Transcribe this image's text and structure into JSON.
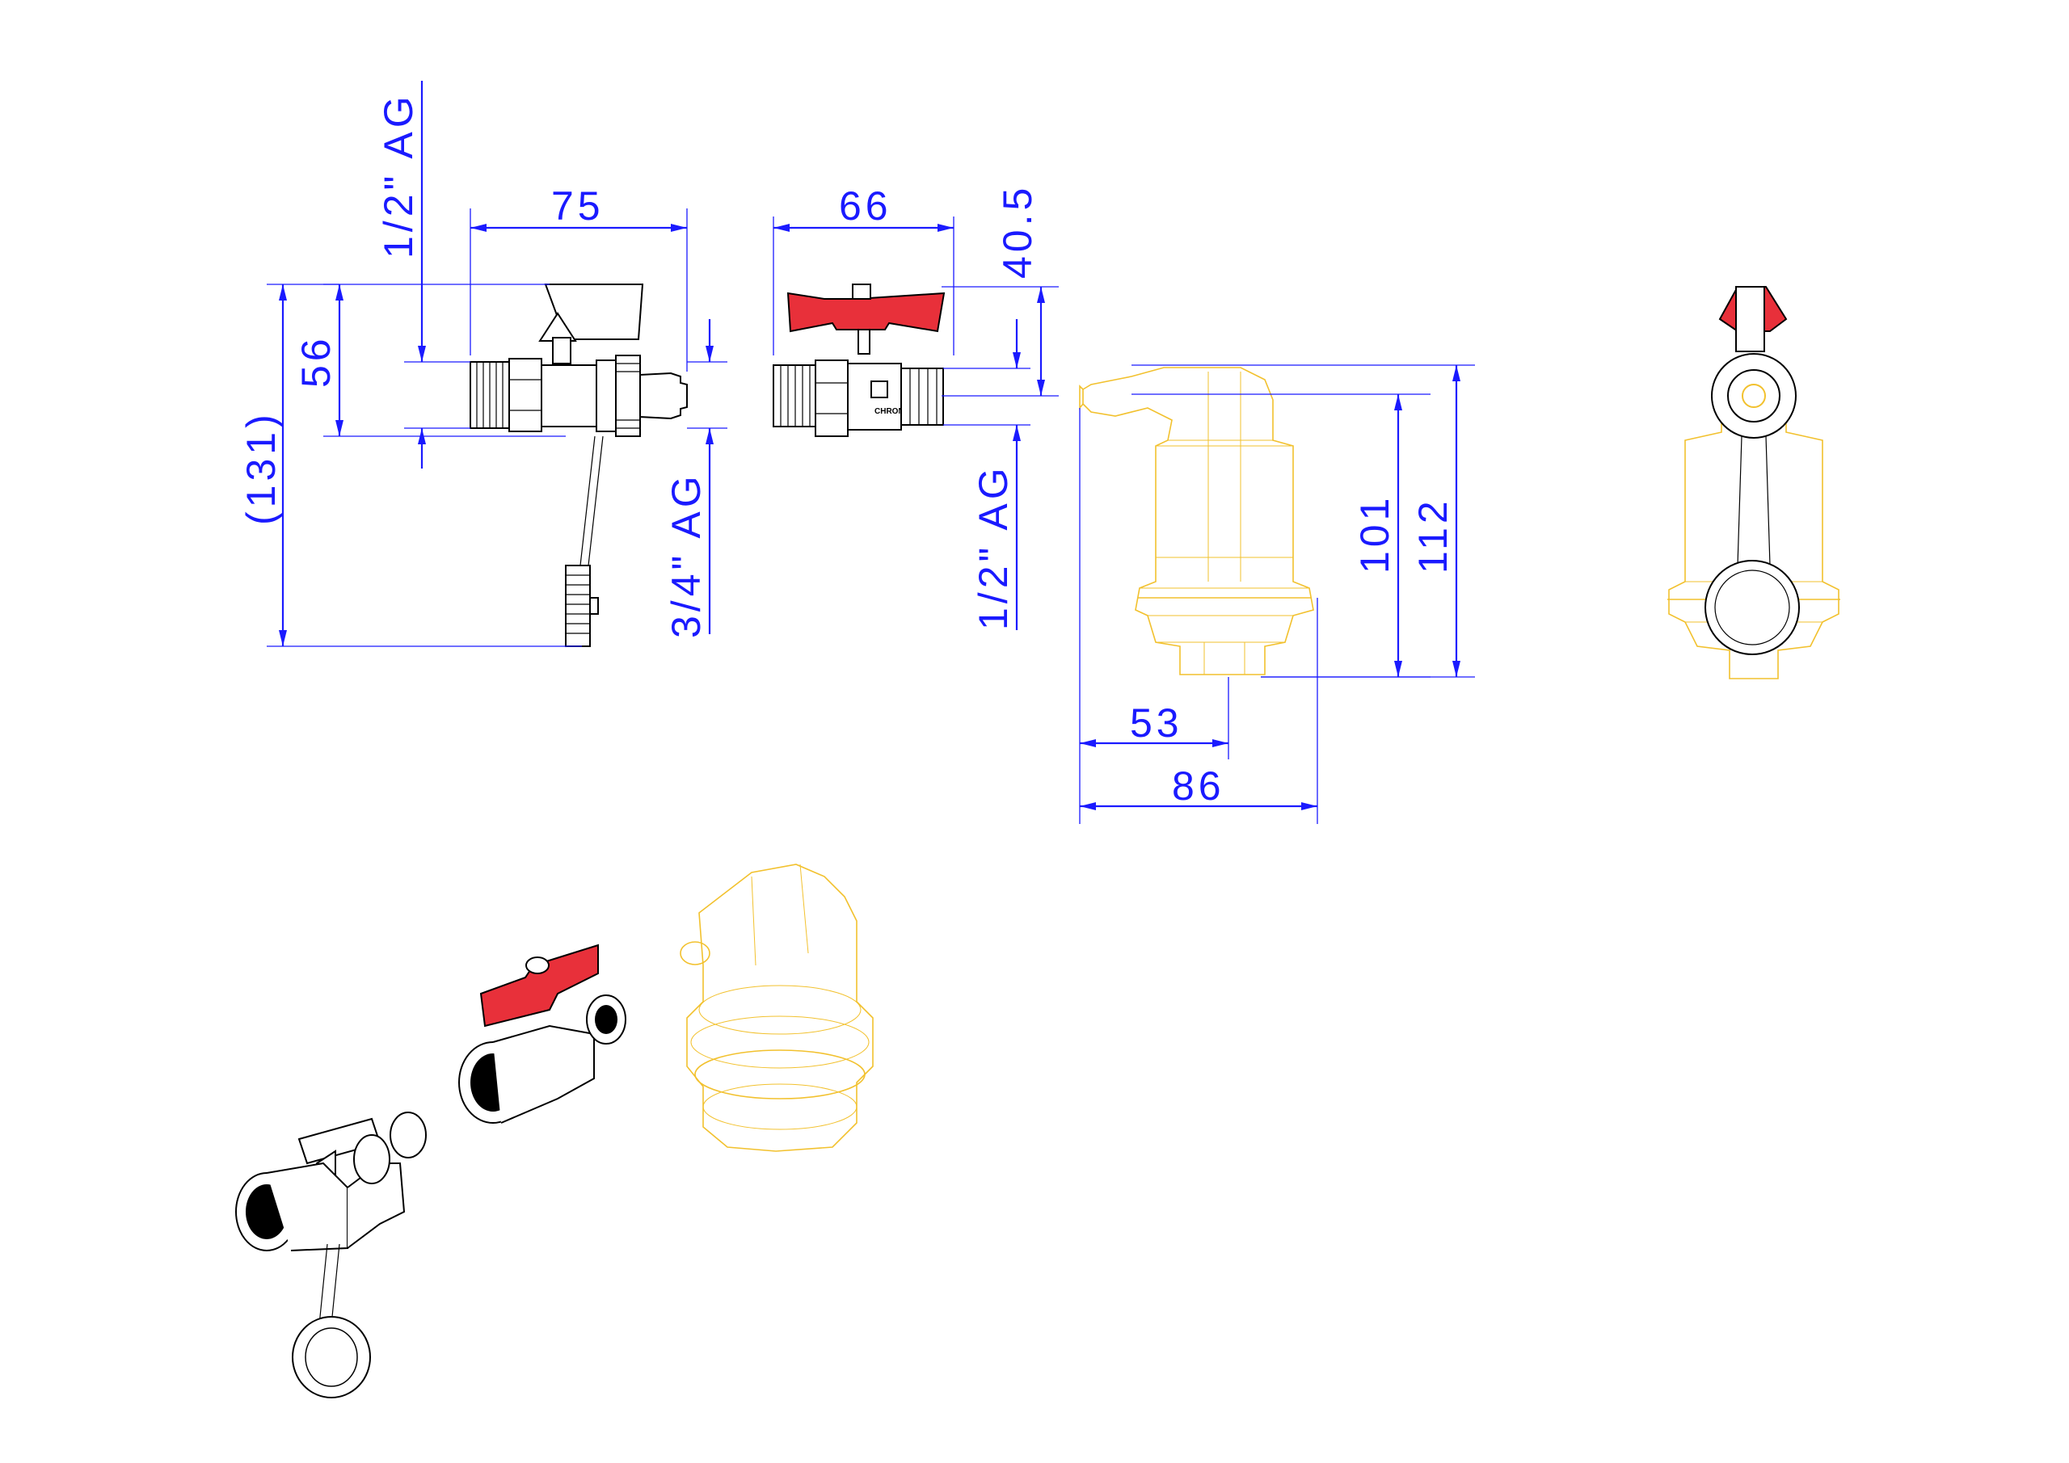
{
  "colors": {
    "dimension": "#1a1aff",
    "line": "#000000",
    "handle_red": "#e8303a",
    "housing_yellow": "#f2c12e"
  },
  "dimensions": {
    "w75": "75",
    "h56": "56",
    "h131": "(131)",
    "thread_left_top": "1/2\" AG",
    "thread_left_bottom": "3/4\" AG",
    "w66": "66",
    "h40_5": "40.5",
    "thread_mid": "1/2\" AG",
    "h101": "101",
    "h112": "112",
    "w53": "53",
    "w86": "86"
  },
  "labels": {
    "valve_brand": "CHRONTIK"
  }
}
